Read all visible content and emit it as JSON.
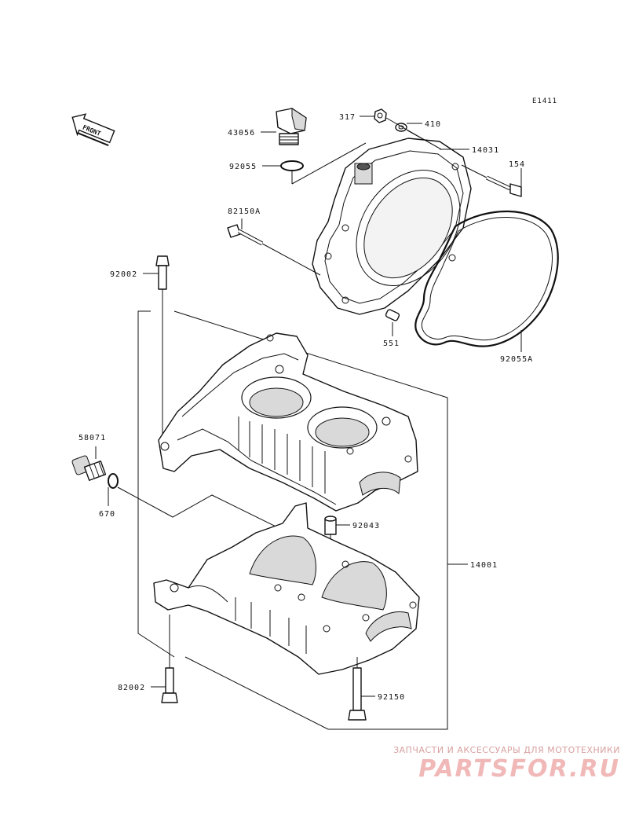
{
  "diagram": {
    "code": "E1411",
    "front_label": "FRONT",
    "parts": [
      {
        "id": "p317",
        "number": "317"
      },
      {
        "id": "p410",
        "number": "410"
      },
      {
        "id": "p43056",
        "number": "43056"
      },
      {
        "id": "p14031",
        "number": "14031"
      },
      {
        "id": "p92055",
        "number": "92055"
      },
      {
        "id": "p154",
        "number": "154"
      },
      {
        "id": "p82150a",
        "number": "82150A"
      },
      {
        "id": "p92002",
        "number": "92002"
      },
      {
        "id": "p551",
        "number": "551"
      },
      {
        "id": "p92055a",
        "number": "92055A"
      },
      {
        "id": "p58071",
        "number": "58071"
      },
      {
        "id": "p670",
        "number": "670"
      },
      {
        "id": "p92043",
        "number": "92043"
      },
      {
        "id": "p14001",
        "number": "14001"
      },
      {
        "id": "p82002",
        "number": "82002"
      },
      {
        "id": "p92150",
        "number": "92150"
      }
    ]
  },
  "watermark": {
    "tagline": "ЗАПЧАСТИ И АКСЕССУАРЫ ДЛЯ МОТОТЕХНИКИ",
    "brand": "PARTSFOR.RU",
    "color": "#f1b8b8"
  }
}
